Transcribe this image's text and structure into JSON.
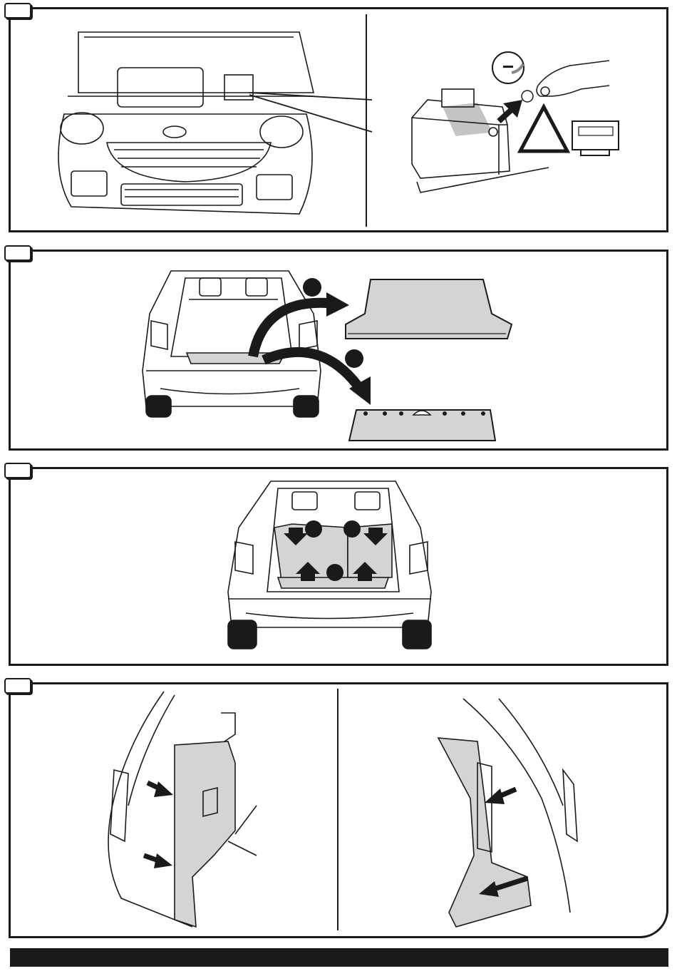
{
  "document": {
    "steps": [
      {
        "number": "",
        "content": "disconnect-battery-negative-terminal"
      },
      {
        "number": "",
        "content": "remove-luggage-board-and-rear-trim"
      },
      {
        "number": "",
        "content": "fold-rear-seat-backs"
      },
      {
        "number": "",
        "content": "remove-side-trim-panels"
      }
    ],
    "callouts": {
      "battery_sign": "−",
      "step2_markers": [
        "",
        ""
      ],
      "step3_markers": [
        "",
        "",
        ""
      ]
    },
    "colors": {
      "line": "#1a1a1a",
      "part_fill": "#d4d4d4",
      "background": "#ffffff"
    }
  }
}
